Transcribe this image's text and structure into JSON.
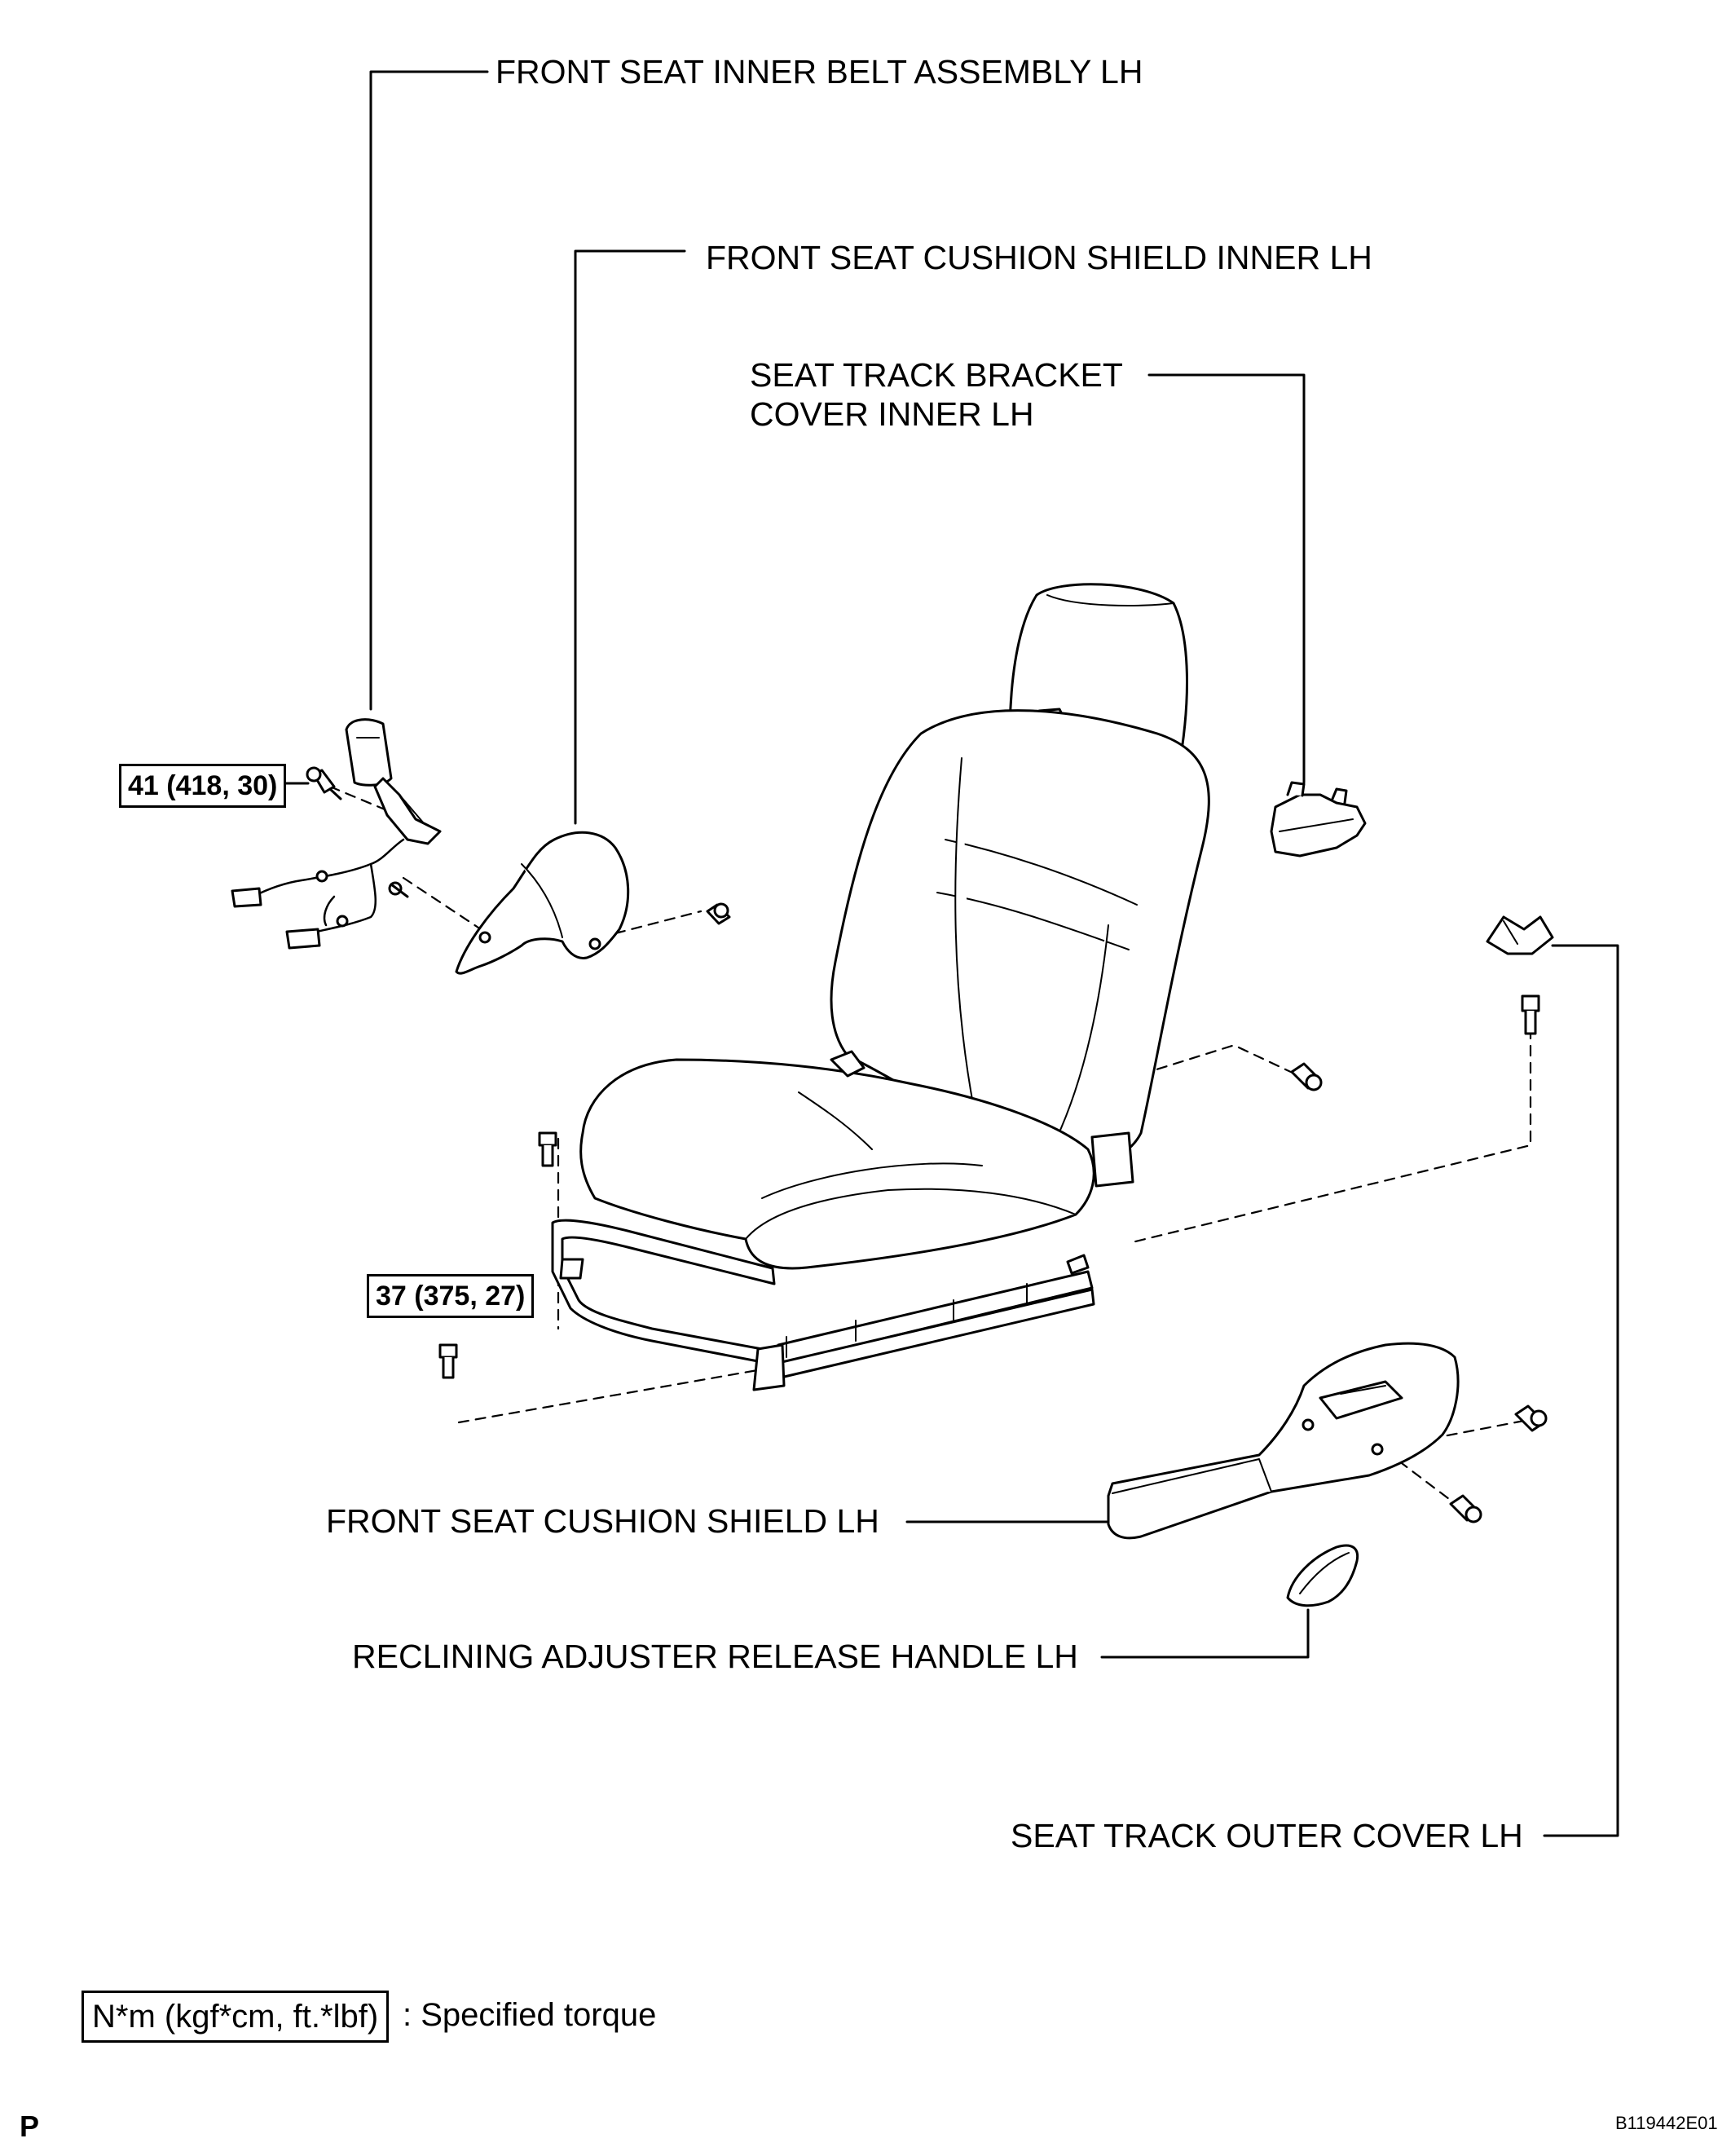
{
  "labels": {
    "inner_belt": "FRONT SEAT INNER BELT ASSEMBLY LH",
    "cushion_shield_inner": "FRONT SEAT CUSHION SHIELD INNER LH",
    "bracket_cover_line1": "SEAT TRACK BRACKET",
    "bracket_cover_line2": "COVER INNER LH",
    "cushion_shield": "FRONT SEAT CUSHION SHIELD LH",
    "release_handle": "RECLINING ADJUSTER RELEASE HANDLE LH",
    "outer_cover": "SEAT TRACK OUTER COVER LH"
  },
  "torque": {
    "belt_bolt": "41 (418, 30)",
    "track_bolt": "37 (375, 27)"
  },
  "legend": {
    "unit": "N*m (kgf*cm, ft.*lbf)",
    "text": ": Specified torque"
  },
  "footer": {
    "page_mark": "P",
    "figure_id": "B119442E01"
  }
}
